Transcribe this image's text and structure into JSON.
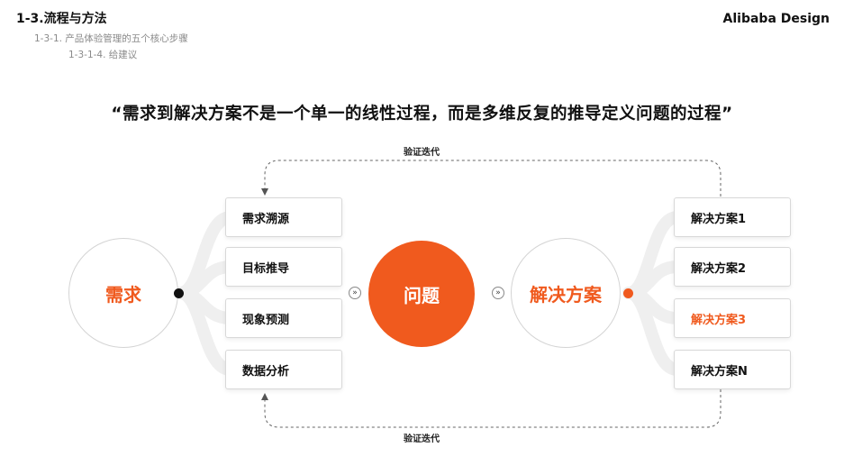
{
  "header": {
    "breadcrumb_level1": "1-3.流程与方法",
    "breadcrumb_level2": "1-3-1. 产品体验管理的五个核心步骤",
    "breadcrumb_level3": "1-3-1-4. 给建议",
    "brand": "Alibaba Design"
  },
  "quote": "“需求到解决方案不是一个单一的线性过程，而是多维反复的推导定义问题的过程”",
  "diagram": {
    "loop_label_top": "验证迭代",
    "loop_label_bottom": "验证迭代",
    "requirement": "需求",
    "problem": "问题",
    "solution": "解决方案",
    "left_cards": [
      "需求溯源",
      "目标推导",
      "现象预测",
      "数据分析"
    ],
    "right_cards": [
      "解决方案1",
      "解决方案2",
      "解决方案3",
      "解决方案N"
    ],
    "highlighted_right_card": "解决方案3",
    "arrow_glyph": "»"
  },
  "colors": {
    "accent": "#f05a1e",
    "text": "#111111",
    "muted": "#8a8a8a",
    "connector": "#eeeeee"
  }
}
